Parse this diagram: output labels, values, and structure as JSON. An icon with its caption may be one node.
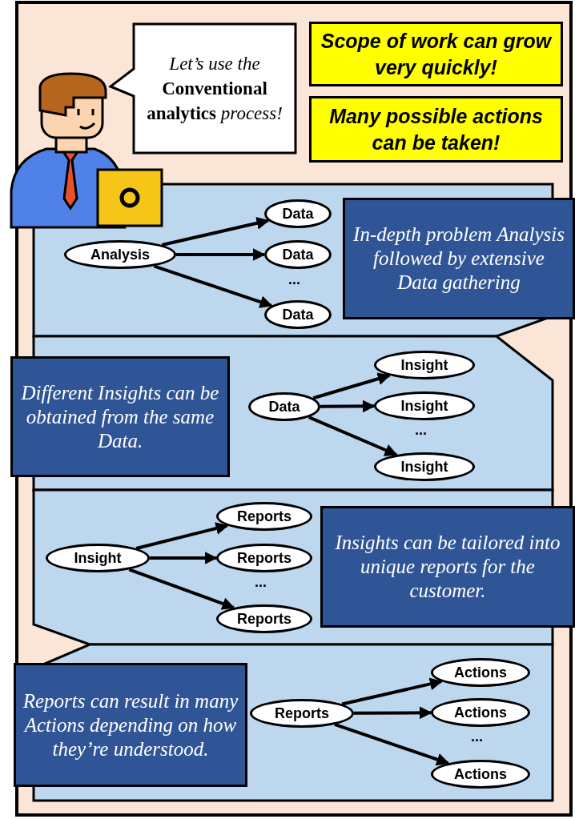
{
  "diagram": {
    "nodes": [
      {
        "text": [
          "Let’s use the **Conventional analytics** process!"
        ]
      },
      {
        "text": [
          "Scope of work can grow very quickly!"
        ]
      },
      {
        "text": [
          "Many possible actions can be taken!"
        ]
      },
      {
        "text": [],
        "shape": "box"
      },
      {
        "text": [
          "Analysis"
        ],
        "in": 3
      },
      {
        "text": [
          "Data"
        ],
        "in": 3
      },
      {
        "text": [
          "Data"
        ],
        "in": 3
      },
      {
        "text": [
          "Data"
        ],
        "in": 3
      },
      {
        "text": [
          "In-depth problem Analysis followed by extensive Data gathering"
        ],
        "in": 3
      },
      {
        "text": [],
        "shape": "box"
      },
      {
        "text": [
          "Different Insights can be obtained from the same Data."
        ],
        "in": 9
      },
      {
        "text": [
          "Data"
        ],
        "in": 9
      },
      {
        "text": [
          "Insight"
        ],
        "in": 9
      },
      {
        "text": [
          "Insight"
        ],
        "in": 9
      },
      {
        "text": [
          "Insight"
        ],
        "in": 9
      },
      {
        "text": [],
        "shape": "box"
      },
      {
        "text": [
          "Insight"
        ],
        "in": 15
      },
      {
        "text": [
          "Reports"
        ],
        "in": 15
      },
      {
        "text": [
          "Reports"
        ],
        "in": 15
      },
      {
        "text": [
          "Reports"
        ],
        "in": 15
      },
      {
        "text": [
          "Insights can be tailored into unique reports for the customer."
        ],
        "in": 15
      },
      {
        "text": [],
        "shape": "box"
      },
      {
        "text": [
          "Reports can result in many Actions depending on how they’re understood."
        ],
        "in": 21
      },
      {
        "text": [
          "Reports"
        ],
        "in": 21
      },
      {
        "text": [
          "Actions"
        ],
        "in": 21
      },
      {
        "text": [
          "Actions"
        ],
        "in": 21
      },
      {
        "text": [
          "Actions"
        ],
        "in": 21
      }
    ],
    "edges": [
      {
        "from": 4,
        "to": 5,
        "arrow": "to"
      },
      {
        "from": 4,
        "to": 6,
        "arrow": "to"
      },
      {
        "from": 4,
        "to": 7,
        "arrow": "to"
      },
      {
        "from": 11,
        "to": 12,
        "arrow": "to"
      },
      {
        "from": 11,
        "to": 13,
        "arrow": "to"
      },
      {
        "from": 11,
        "to": 14,
        "arrow": "to"
      },
      {
        "from": 16,
        "to": 17,
        "arrow": "to"
      },
      {
        "from": 16,
        "to": 18,
        "arrow": "to"
      },
      {
        "from": 16,
        "to": 19,
        "arrow": "to"
      },
      {
        "from": 23,
        "to": 24,
        "arrow": "to"
      },
      {
        "from": 23,
        "to": 25,
        "arrow": "to"
      },
      {
        "from": 23,
        "to": 26,
        "arrow": "to"
      }
    ],
    "labels": [
      "...",
      "...",
      "...",
      "..."
    ]
  }
}
